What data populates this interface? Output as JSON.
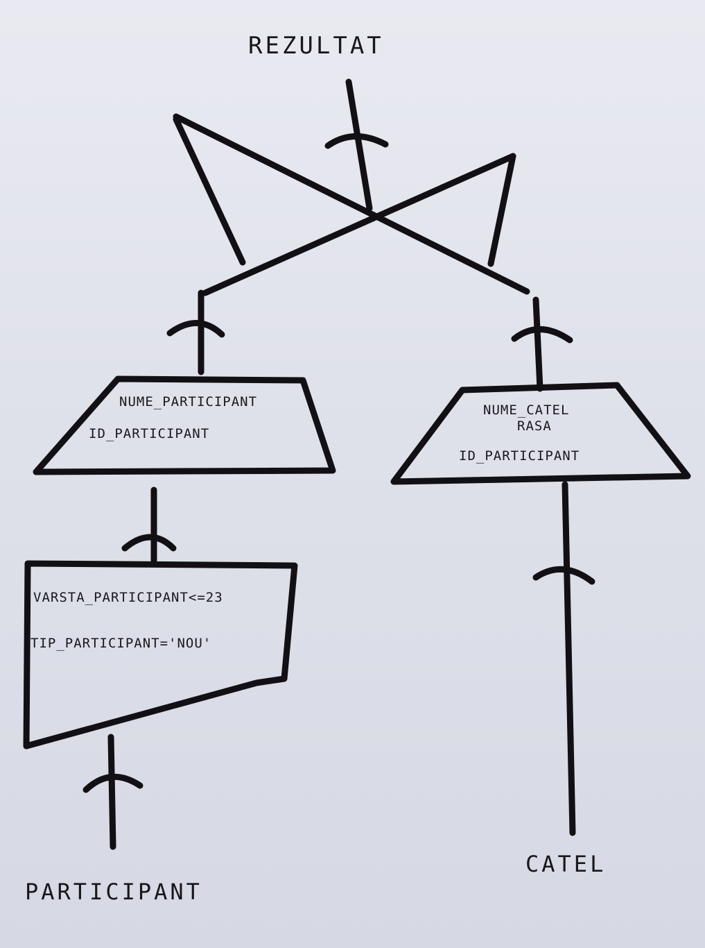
{
  "diagram": {
    "root_label": "REZULTAT",
    "left_source": "PARTICIPANT",
    "right_source": "CATEL",
    "left_selection": {
      "conditions": [
        "VARSTA_PARTICIPANT<=23",
        "TIP_PARTICIPANT='NOU'"
      ]
    },
    "left_projection": {
      "attributes": [
        "NUME_PARTICIPANT",
        "ID_PARTICIPANT"
      ]
    },
    "right_projection": {
      "attributes": [
        "NUME_CATEL",
        "RASA",
        "ID_PARTICIPANT"
      ]
    },
    "join_symbol": "bowtie-join",
    "ink_color": "#121014",
    "paper_color": "#e4e6ee"
  }
}
